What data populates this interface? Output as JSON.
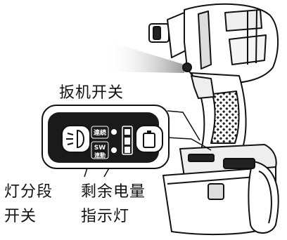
{
  "labels": {
    "trigger_switch": "扳机开关",
    "light_switch_line1": "灯分段",
    "light_switch_line2": "开关",
    "battery_indicator_line1": "剩余电量",
    "battery_indicator_line2": "指示灯"
  },
  "panel": {
    "continuous_key": "連続",
    "sw_key_top": "SW",
    "sw_key_bottom": "連動"
  },
  "colors": {
    "ink": "#111111",
    "panel_bg": "#1a1a1a",
    "grip_gray": "#d8d8d8"
  }
}
